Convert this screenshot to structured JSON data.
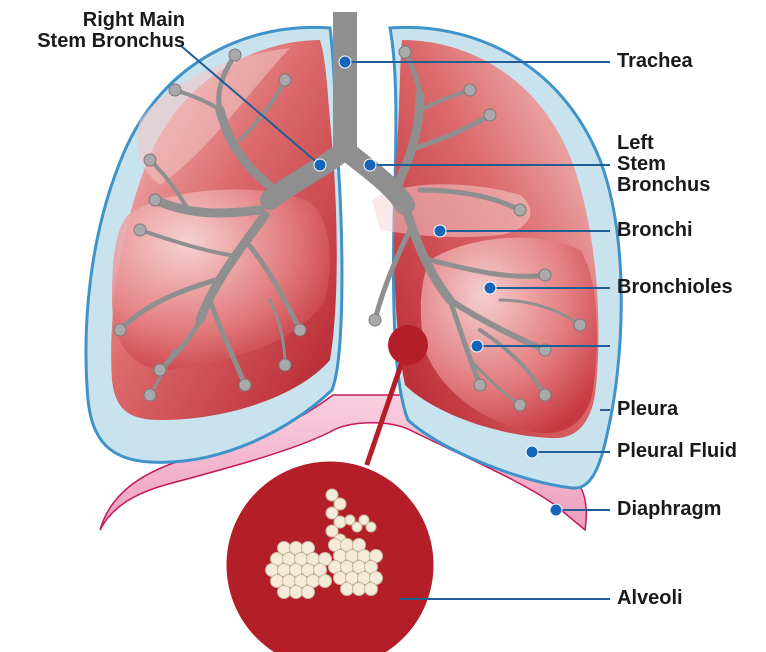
{
  "labels": {
    "right_main_stem_bronchus": [
      "Right Main",
      "Stem Bronchus"
    ],
    "trachea": "Trachea",
    "left_stem_bronchus": [
      "Left",
      "Stem",
      "Bronchus"
    ],
    "bronchi": "Bronchi",
    "bronchioles": "Bronchioles",
    "pleura": "Pleura",
    "pleural_fluid": "Pleural Fluid",
    "diaphragm": "Diaphragm",
    "alveoli": "Alveoli"
  },
  "colors": {
    "pleura_fill": "#c9e3ee",
    "pleura_outline": "#3f93c8",
    "lung_fill": "#c7343c",
    "lung_highlight": "#f3c5c4",
    "airway": "#8f8f8f",
    "diaphragm_fill": "#f2b8cf",
    "diaphragm_outline": "#c2185b",
    "alveoli_circle": "#b41e28",
    "alveoli_sacs": "#f4ecd8",
    "pointer_line": "#1f5e96",
    "pointer_dot": "#1565b8",
    "zoom_line": "#b41e28"
  }
}
